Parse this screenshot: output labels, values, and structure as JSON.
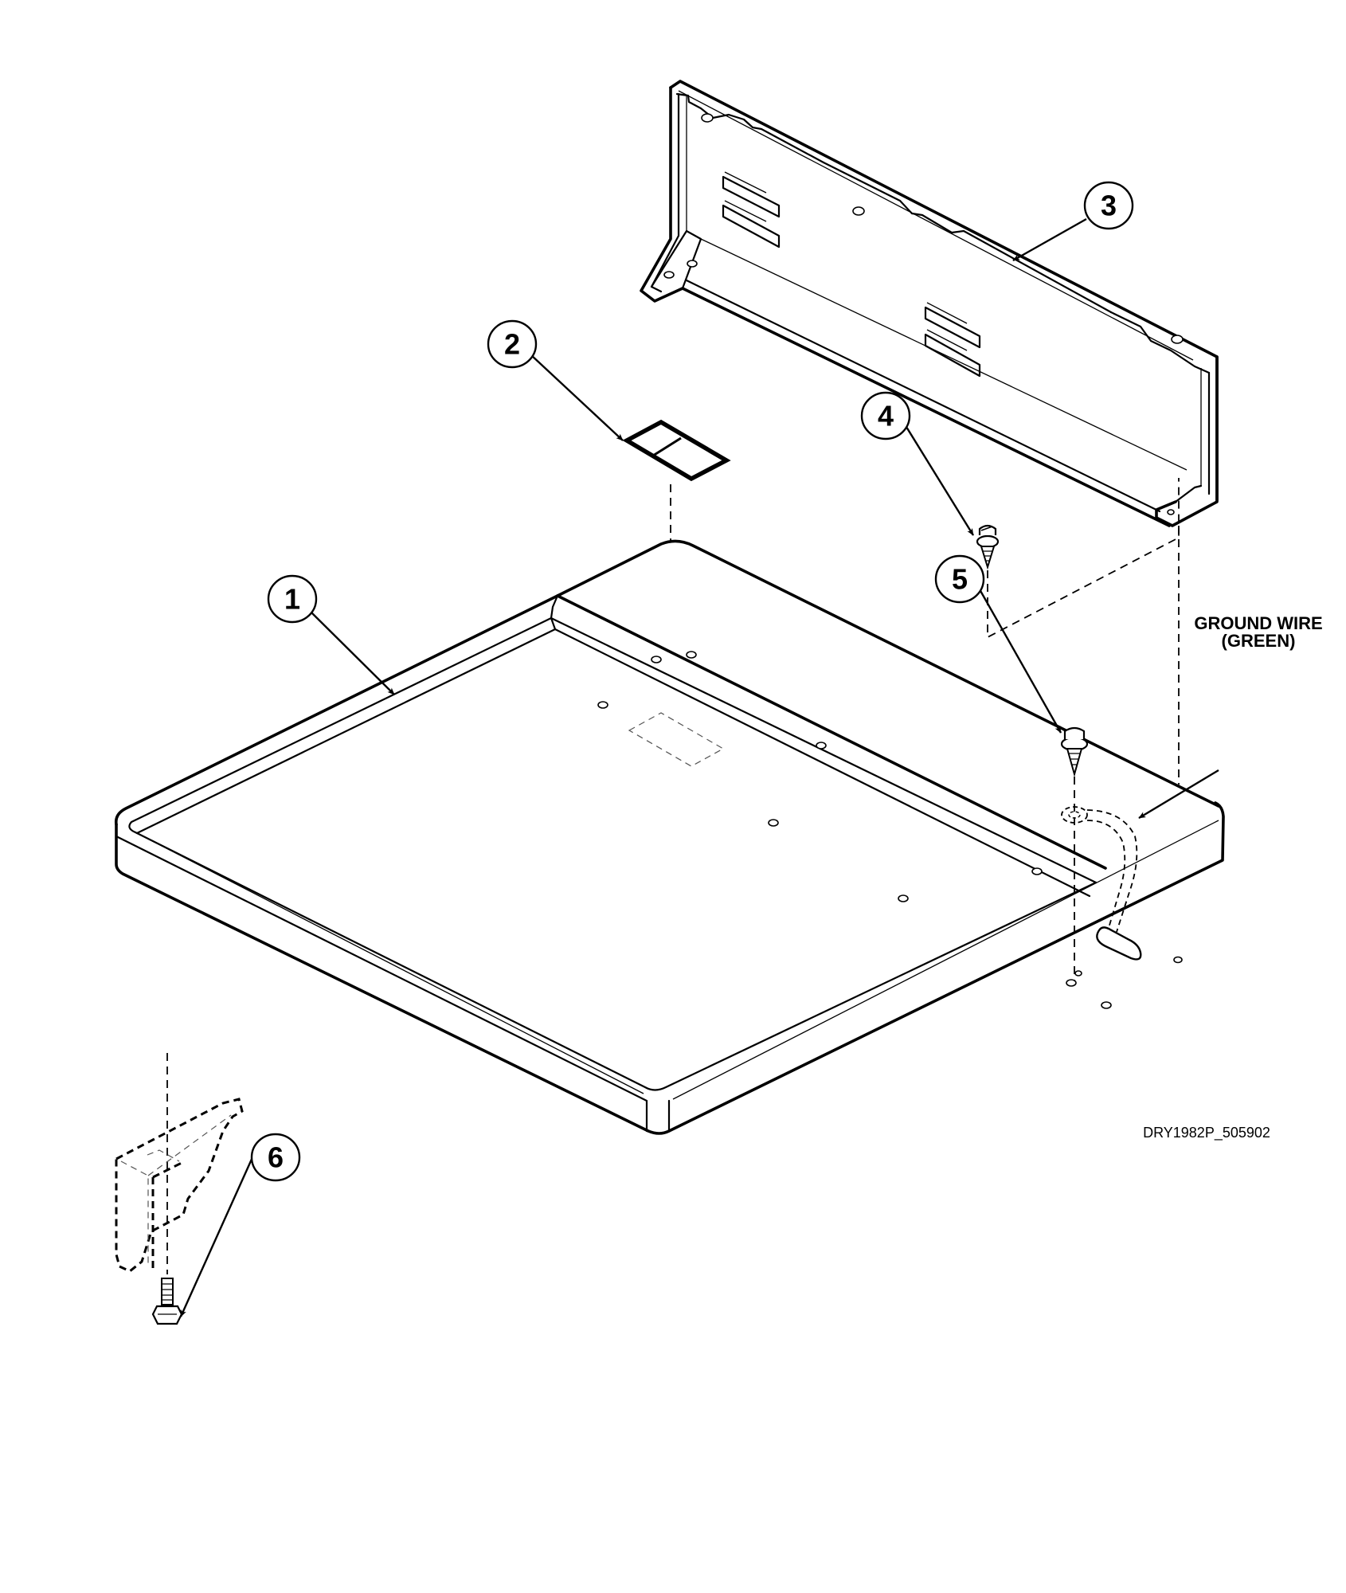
{
  "diagram": {
    "type": "exploded-parts-diagram",
    "drawing_code": "DRY1982P_505902",
    "annotation": {
      "line1": "GROUND WIRE",
      "line2": "(GREEN)"
    },
    "callouts": [
      {
        "number": "1",
        "part": "top-panel"
      },
      {
        "number": "2",
        "part": "label-pad"
      },
      {
        "number": "3",
        "part": "backsplash"
      },
      {
        "number": "4",
        "part": "backsplash-screw"
      },
      {
        "number": "5",
        "part": "ground-screw"
      },
      {
        "number": "6",
        "part": "hinge-bolt"
      }
    ]
  }
}
